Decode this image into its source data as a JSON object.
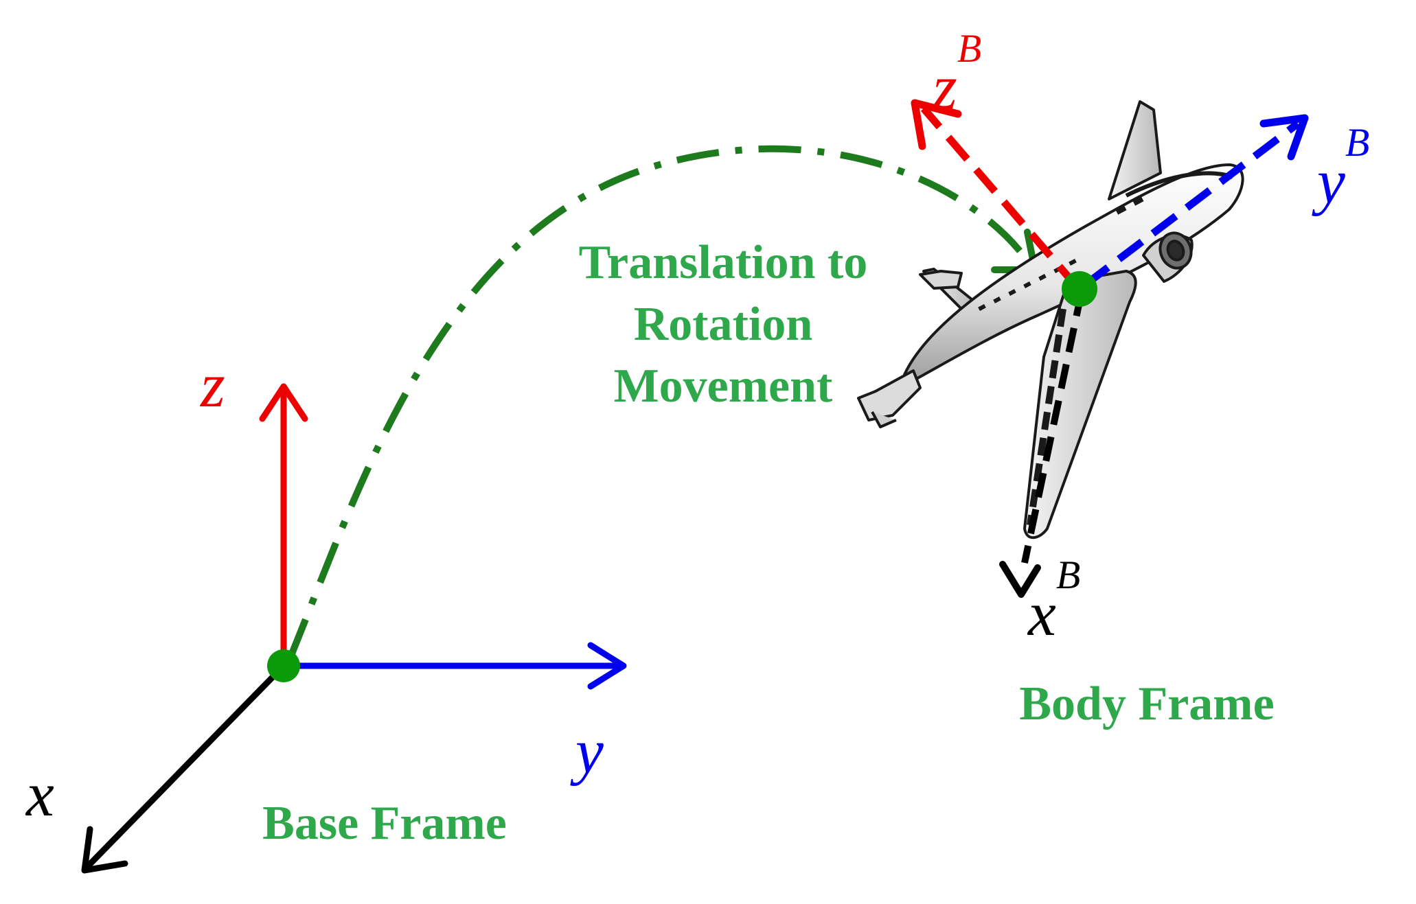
{
  "colors": {
    "x_axis": "#000000",
    "y_axis": "#0000ee",
    "z_axis": "#ee0000",
    "origin": "#0a9a0a",
    "path": "#1d7a1d",
    "label_green": "#2ea84a"
  },
  "base_frame": {
    "title": "Base Frame",
    "x_label": "x",
    "y_label": "y",
    "z_label": "z"
  },
  "body_frame": {
    "title": "Body Frame",
    "x_label": "x",
    "y_label": "y",
    "z_label": "z",
    "superscript": "B"
  },
  "translation": {
    "line1": "Translation to",
    "line2": "Rotation",
    "line3": "Movement"
  },
  "icons": {
    "vehicle": "airplane-icon"
  }
}
